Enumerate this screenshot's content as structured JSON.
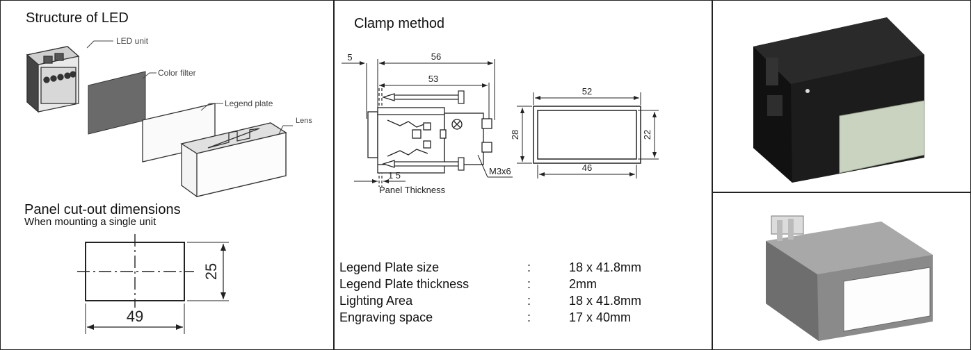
{
  "structure": {
    "title": "Structure of LED",
    "labels": {
      "led_unit": "LED unit",
      "color_filter": "Color filter",
      "legend_plate": "Legend plate",
      "lens": "Lens"
    }
  },
  "cutout": {
    "title": "Panel cut-out dimensions",
    "subtitle": "When mounting a single unit",
    "width": "49",
    "height": "25"
  },
  "clamp": {
    "title": "Clamp method",
    "dims": {
      "d5": "5",
      "d56": "56",
      "d53": "53",
      "d15": "1 5",
      "screw": "M3x6",
      "panel_thickness": "Panel Thickness",
      "front_w_outer": "52",
      "front_w_inner": "46",
      "front_h_outer": "28",
      "front_h_inner": "22"
    }
  },
  "specs": [
    {
      "label": "Legend Plate size",
      "sep": ":",
      "value": "18 x 41.8mm"
    },
    {
      "label": "Legend Plate thickness",
      "sep": ":",
      "value": "2mm"
    },
    {
      "label": "Lighting Area",
      "sep": ":",
      "value": "18 x 41.8mm"
    },
    {
      "label": "Engraving space",
      "sep": ":",
      "value": "17 x 40mm"
    }
  ],
  "colors": {
    "border": "#222222",
    "photo_dark": "#1c1c1c",
    "lens_green": "#c9d3bf",
    "photo_gray": "#8a8a8a"
  }
}
